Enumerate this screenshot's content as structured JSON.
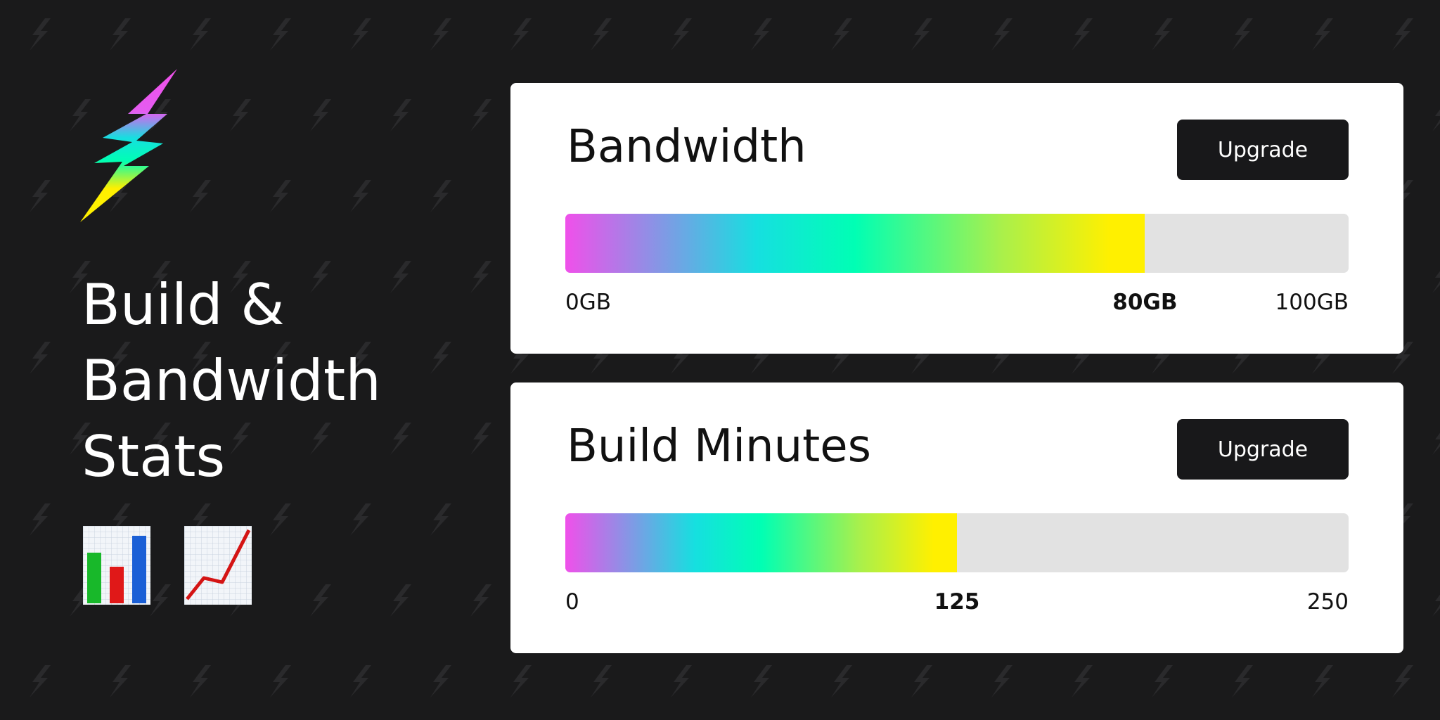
{
  "background": {
    "color": "#1a1a1b",
    "pattern_icon": "lightning-bolt-icon",
    "pattern_color": "#2a2a2c"
  },
  "logo": {
    "icon": "lightning-bolt-icon",
    "gradient": [
      "#f050ea",
      "#16dfe0",
      "#00ffb4",
      "#fff000"
    ]
  },
  "headline": {
    "lines": [
      "Build &",
      "Bandwidth",
      "Stats"
    ]
  },
  "decor_icons": [
    "bar-chart-icon",
    "line-chart-icon"
  ],
  "cards": [
    {
      "title": "Bandwidth",
      "button_label": "Upgrade",
      "scale_min": "0GB",
      "scale_current": "80GB",
      "scale_max": "100GB",
      "fraction": 0.74
    },
    {
      "title": "Build Minutes",
      "button_label": "Upgrade",
      "scale_min": "0",
      "scale_current": "125",
      "scale_max": "250",
      "fraction": 0.5
    }
  ]
}
